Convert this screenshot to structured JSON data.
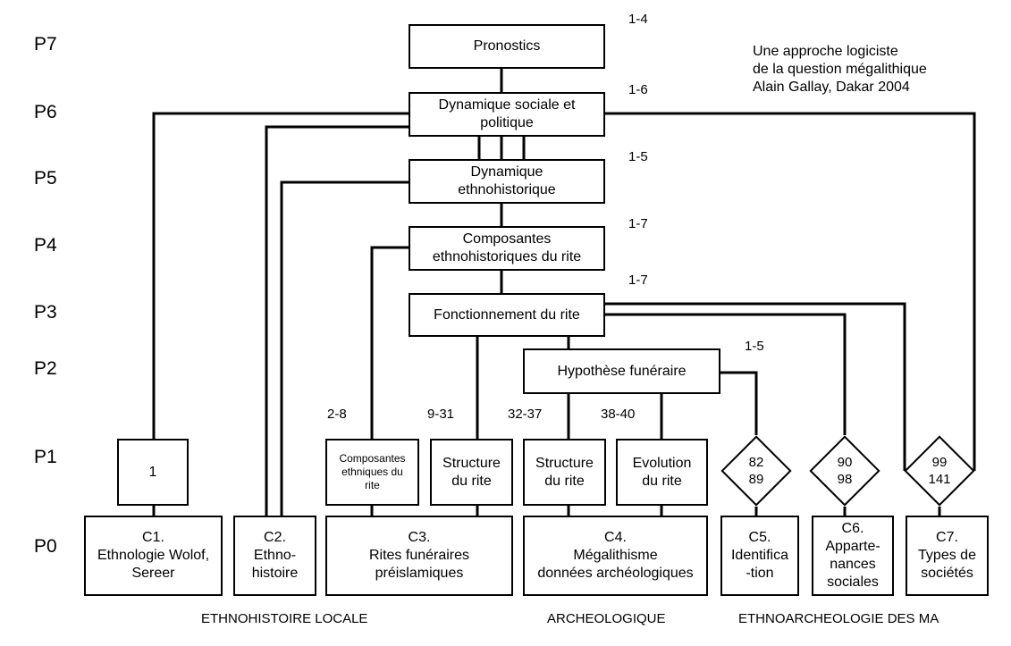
{
  "levels": [
    "P7",
    "P6",
    "P5",
    "P4",
    "P3",
    "P2",
    "P1",
    "P0"
  ],
  "credit": "Une approche logiciste\nde la question mégalithique\nAlain Gallay, Dakar 2004",
  "boxes": {
    "pronostics": "Pronostics",
    "dynamique_sociale": "Dynamique sociale et\npolitique",
    "dynamique_ethno": "Dynamique\nethnohistorique",
    "composantes_rite": "Composantes\nethnohistoriques du rite",
    "fonctionnement": "Fonctionnement du rite",
    "hypothese": "Hypothèse funéraire",
    "p1_one": "1",
    "composantes_ethniques": "Composantes\nethniques du\nrite",
    "structure_rite_a": "Structure\ndu rite",
    "structure_rite_b": "Structure\ndu rite",
    "evolution": "Evolution\ndu rite",
    "c1": "C1.\nEthnologie Wolof,\nSereer",
    "c2": "C2.\nEthno-\nhistoire",
    "c3": "C3.\nRites funéraires\npréislamiques",
    "c4": "C4.\nMégalithisme\ndonnées archéologiques",
    "c5": "C5.\nIdentifica\n-tion",
    "c6": "C6.\nApparte-\nnances\nsociales",
    "c7": "C7.\nTypes de\nsociétés"
  },
  "diamonds": {
    "d1": "82\n89",
    "d2": "90\n98",
    "d3": "99\n141"
  },
  "ranges": {
    "r_p7": "1-4",
    "r_p6": "1-6",
    "r_p5": "1-5",
    "r_p4": "1-7",
    "r_p3": "1-7",
    "r_p2": "1-5",
    "r_a": "2-8",
    "r_b": "9-31",
    "r_c": "32-37",
    "r_d": "38-40"
  },
  "footer": {
    "left": "ETHNOHISTOIRE LOCALE",
    "middle": "ARCHEOLOGIQUE",
    "right": "ETHNOARCHEOLOGIE DES MA"
  }
}
